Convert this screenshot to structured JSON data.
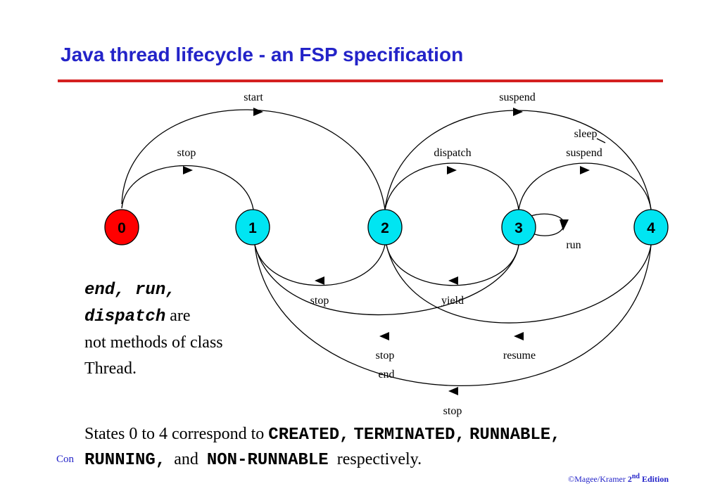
{
  "slide": {
    "title": "Java thread lifecycle - an FSP specification",
    "footer_left": "Con",
    "footer_copyright": "©Magee/Kramer",
    "footer_edition_num": "2",
    "footer_edition_sup": "nd",
    "footer_edition_word": "Edition"
  },
  "colors": {
    "title": "#2323c8",
    "rule": "#d42020",
    "node_0": "#ff0000",
    "node_other": "#00e5f2"
  },
  "diagram": {
    "nodes": [
      {
        "id": "0",
        "label": "0"
      },
      {
        "id": "1",
        "label": "1"
      },
      {
        "id": "2",
        "label": "2"
      },
      {
        "id": "3",
        "label": "3"
      },
      {
        "id": "4",
        "label": "4"
      }
    ],
    "labels": {
      "start": "start",
      "stop_0_1": "stop",
      "suspend_top": "suspend",
      "sleep": "sleep",
      "suspend_3_4": "suspend",
      "dispatch": "dispatch",
      "run": "run",
      "stop_2": "stop",
      "yield": "yield",
      "stop_3": "stop",
      "end": "end",
      "resume": "resume",
      "stop_4": "stop"
    }
  },
  "note": {
    "code_line1": "end, run,",
    "code_line2": "dispatch",
    "text_are": " are",
    "text_rest": "not methods of class Thread."
  },
  "states": {
    "prefix": "States 0 to 4 correspond to ",
    "s1": "CREATED,",
    "s2": "TERMINATED,",
    "s3": "RUNNABLE,",
    "s4": "RUNNING,",
    "and": "and",
    "s5": "NON-RUNNABLE",
    "suffix": "respectively."
  }
}
